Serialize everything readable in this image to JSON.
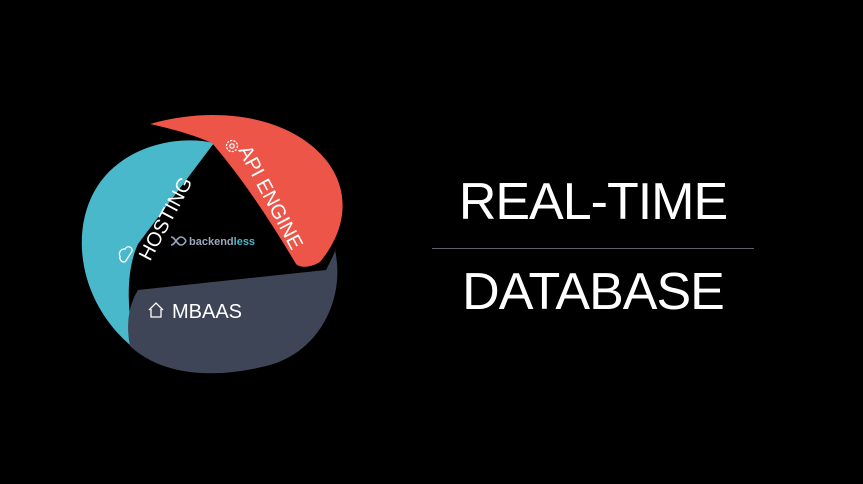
{
  "logo": {
    "segments": {
      "hosting": {
        "label": "HOSTING",
        "color": "#49b8cb",
        "icon": "cloud-icon"
      },
      "api_engine": {
        "label": "API ENGINE",
        "color": "#ee5549",
        "icon": "gear-icon"
      },
      "mbaas": {
        "label": "MBAAS",
        "color": "#3e4557",
        "icon": "home-icon"
      }
    },
    "brand": {
      "prefix": "backend",
      "suffix": "less",
      "prefix_color": "#9aa7bd",
      "suffix_color": "#49b8cb"
    }
  },
  "headline": {
    "line1": "REAL-TIME",
    "line2": "DATABASE"
  },
  "colors": {
    "background": "#000000",
    "text": "#ffffff",
    "divider": "#5a5f6b"
  }
}
